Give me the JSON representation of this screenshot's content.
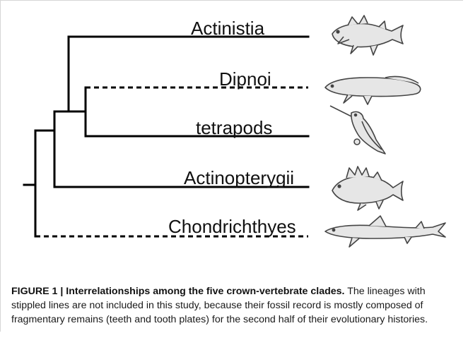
{
  "figure": {
    "taxa": [
      {
        "name": "Actinistia",
        "line_style": "solid",
        "icon": "coelacanth-icon"
      },
      {
        "name": "Dipnoi",
        "line_style": "dashed",
        "icon": "lungfish-icon"
      },
      {
        "name": "tetrapods",
        "line_style": "solid",
        "icon": "hummingbird-icon"
      },
      {
        "name": "Actinopterygii",
        "line_style": "solid",
        "icon": "perch-icon"
      },
      {
        "name": "Chondrichthyes",
        "line_style": "dashed",
        "icon": "shark-icon"
      }
    ],
    "caption": {
      "title": "FIGURE 1 | Interrelationships among the five crown-vertebrate clades.",
      "body": "The lineages with stippled lines are not included in this study, because their fossil record is mostly composed of fragmentary remains (teeth and tooth plates) for the second half of their evolutionary histories."
    },
    "colors": {
      "line": "#000000",
      "icon_fill": "#e6e6e6",
      "icon_stroke": "#444444"
    }
  }
}
